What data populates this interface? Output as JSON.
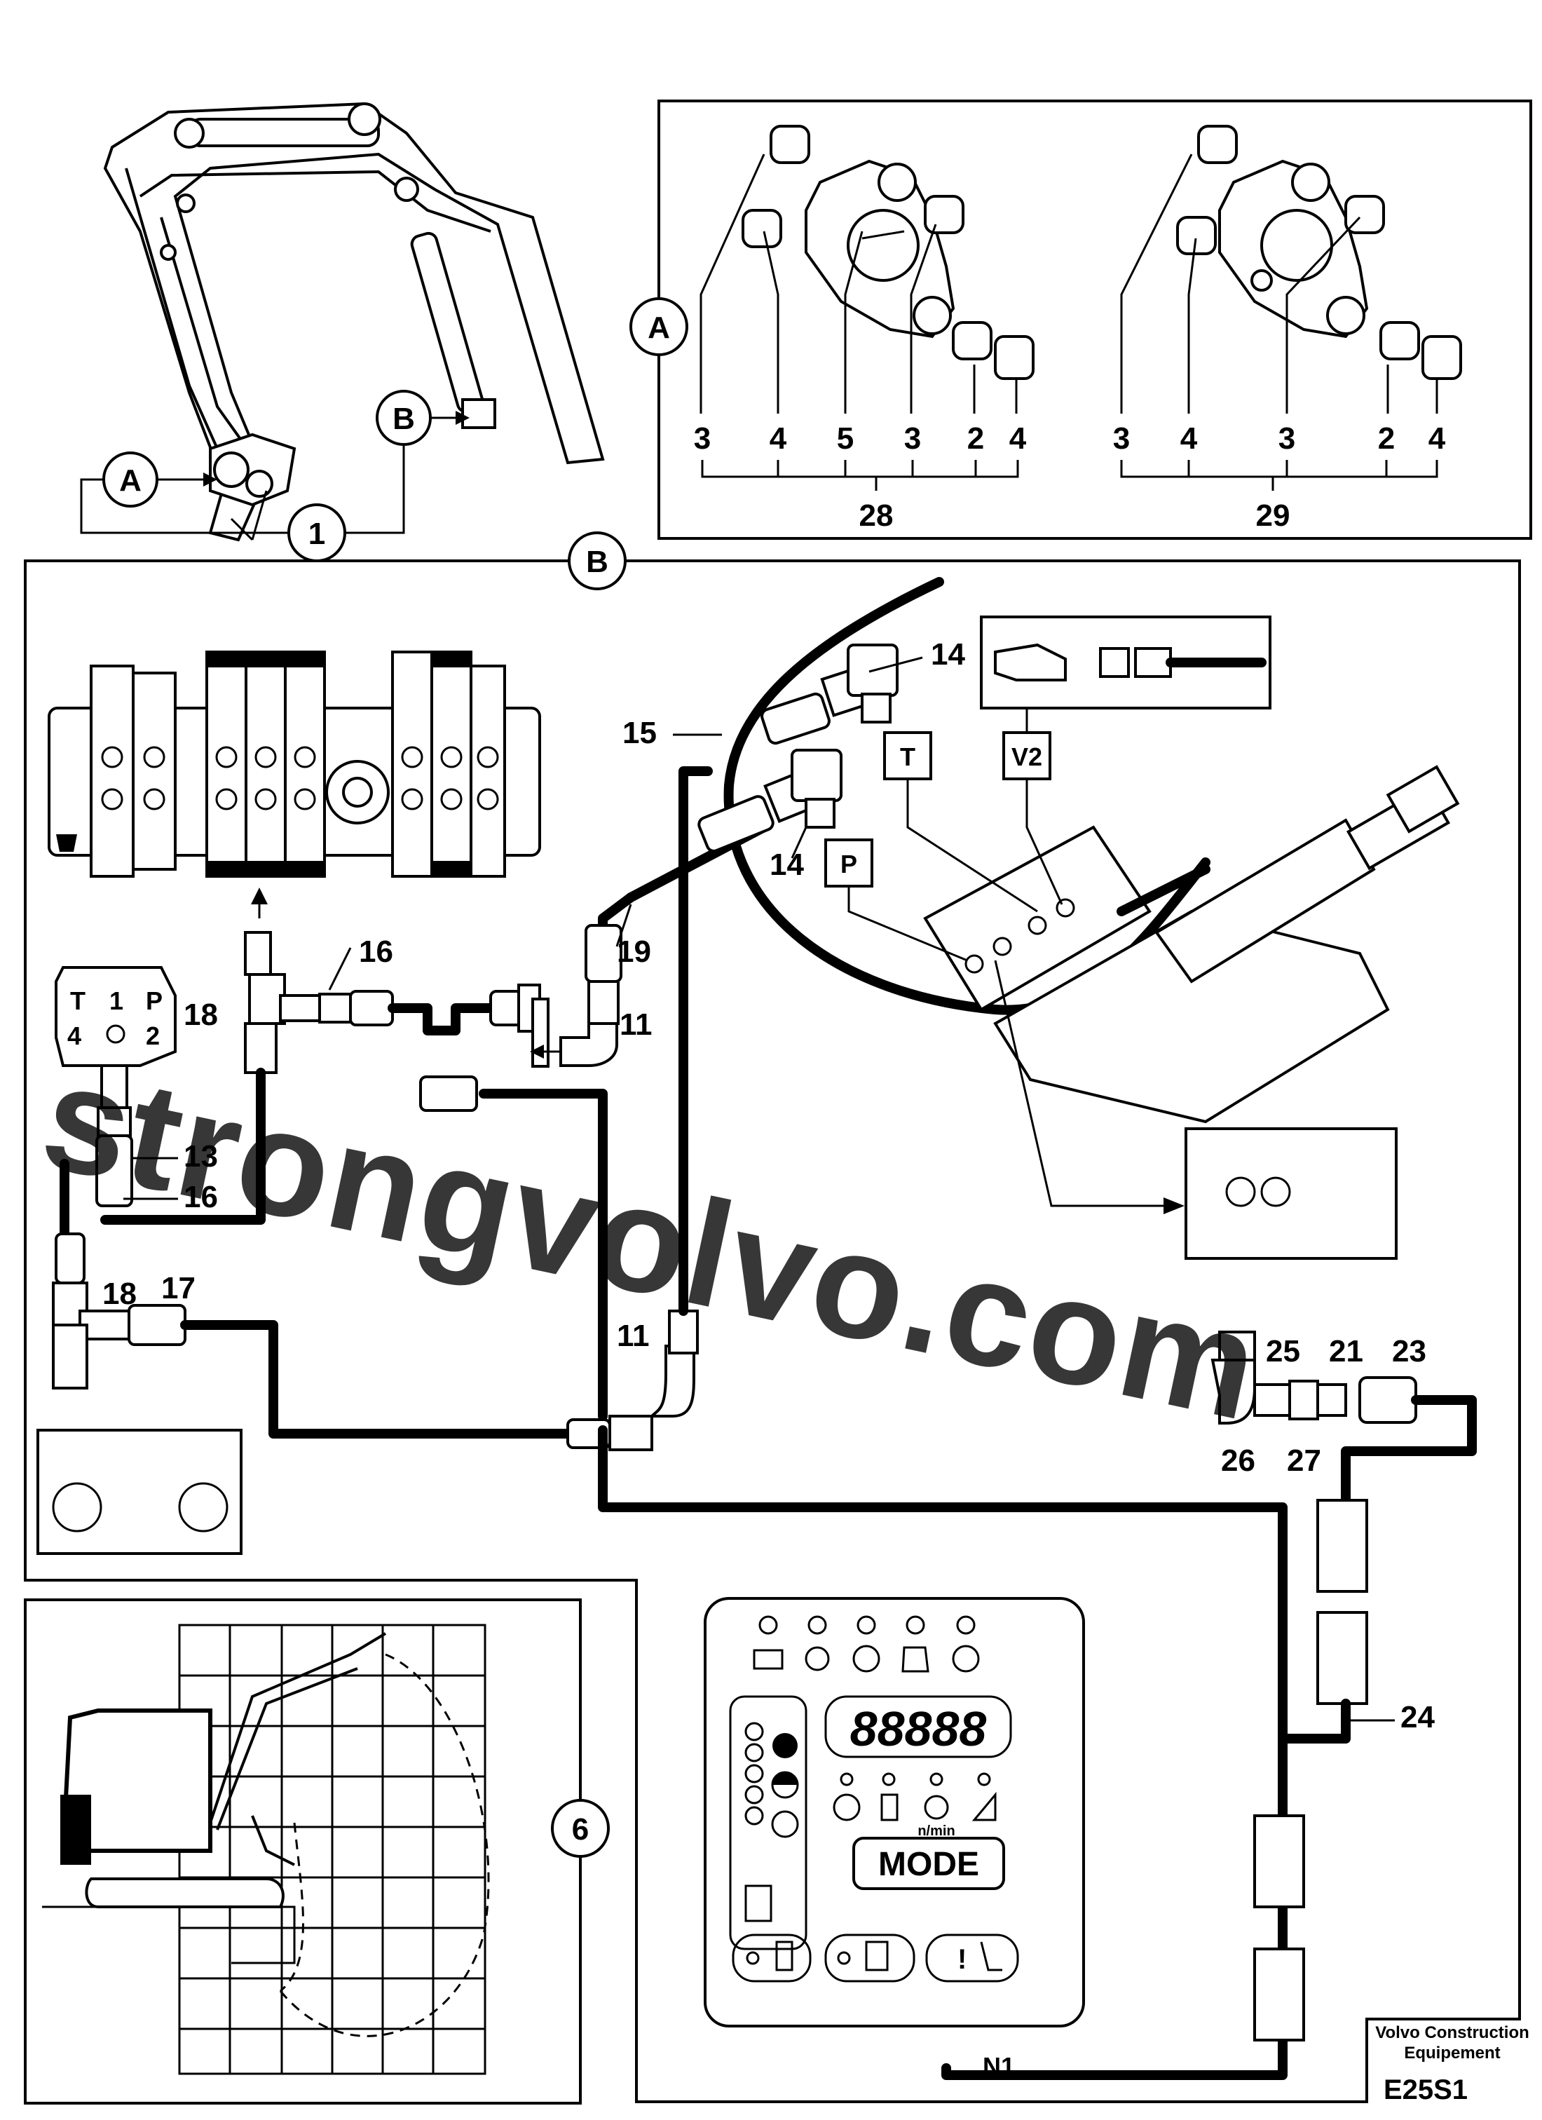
{
  "views": {
    "overview": {
      "callout_A": "A",
      "callout_B": "B",
      "callout_1": "1"
    },
    "detail_A": {
      "callout": "A",
      "left_labels": [
        "3",
        "4",
        "5",
        "3",
        "2",
        "4"
      ],
      "left_group": "28",
      "right_labels": [
        "3",
        "4",
        "3",
        "2",
        "4"
      ],
      "right_group": "29"
    },
    "detail_B": {
      "callout": "B",
      "labels": {
        "l14a": "14",
        "l14b": "14",
        "l15": "15",
        "l19": "19",
        "l11a": "11",
        "l11b": "11",
        "l16a": "16",
        "l16b": "16",
        "l18a": "18",
        "l18b": "18",
        "l13": "13",
        "l17": "17",
        "l25": "25",
        "l21": "21",
        "l23": "23",
        "l26": "26",
        "l27": "27",
        "l24": "24"
      },
      "port_T": "T",
      "port_P": "P",
      "port_V2": "V2",
      "pump_ports": {
        "T": "T",
        "one": "1",
        "P": "P",
        "four": "4",
        "two": "2"
      }
    },
    "detail_6": {
      "callout": "6"
    },
    "control_panel": {
      "display": "88888",
      "mode_label": "MODE",
      "speed_unit": "n/min",
      "connector": "N1"
    }
  },
  "footer": {
    "manufacturer_line1": "Volvo Construction",
    "manufacturer_line2": "Equipement",
    "code": "E25S1"
  },
  "watermark": "strongvolvo.com",
  "colors": {
    "ink": "#000000",
    "paper": "#ffffff",
    "watermark": "#e7a1a1"
  }
}
